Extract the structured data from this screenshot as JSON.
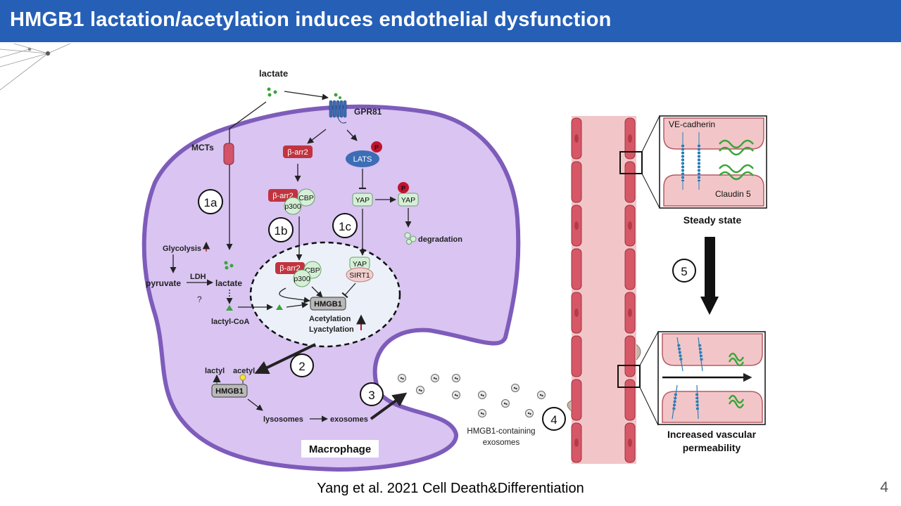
{
  "slide": {
    "title": "HMGB1 lactation/acetylation induces endothelial dysfunction",
    "citation": "Yang et al. 2021 Cell Death&Differentiation",
    "page_number": "4"
  },
  "diagram": {
    "lactate_top": "lactate",
    "gpr81": "GPR81",
    "mcts": "MCTs",
    "barr2_1": "β-arr2",
    "lats": "LATS",
    "p_badge": "P",
    "barr2_2": "β-arr2",
    "cbp_1": "CBP",
    "p300_1": "p300",
    "yap_1": "YAP",
    "yap_2": "YAP",
    "degradation": "degradation",
    "step_1a": "1a",
    "step_1b": "1b",
    "step_1c": "1c",
    "glycolysis": "Glycolysis",
    "pyruvate": "pyruvate",
    "ldh": "LDH",
    "lactate_cell": "lactate",
    "question": "?",
    "lactyl_coa": "lactyl-CoA",
    "barr2_3": "β-arr2",
    "cbp_2": "CBP",
    "p300_2": "p300",
    "yap_3": "YAP",
    "sirt1": "SIRT1",
    "hmgb1_nucleus": "HMGB1",
    "acetylation": "Acetylation",
    "lyactylation": "Lyactylation",
    "step_2": "2",
    "lactyl": "lactyl",
    "acetyl": "acetyl",
    "hmgb1_cyto": "HMGB1",
    "lysosomes": "lysosomes",
    "exosomes": "exosomes",
    "step_3": "3",
    "macrophage": "Macrophage",
    "step_4": "4",
    "hmgb1_exo_1": "HMGB1-containing",
    "hmgb1_exo_2": "exosomes",
    "ve_cadherin": "VE-cadherin",
    "claudin5": "Claudin 5",
    "steady_state": "Steady state",
    "step_5": "5",
    "perm_1": "Increased vascular",
    "perm_2": "permeability"
  },
  "colors": {
    "title_bar": "#2660b6",
    "cell": "#d9c4f2",
    "cell_border": "#7e5cba",
    "vessel": "#f2c6c8",
    "endothelial": "#d65866",
    "red_badge": "#c1343f",
    "lats": "#3d6db5",
    "green_node": "#d6f0d7"
  }
}
